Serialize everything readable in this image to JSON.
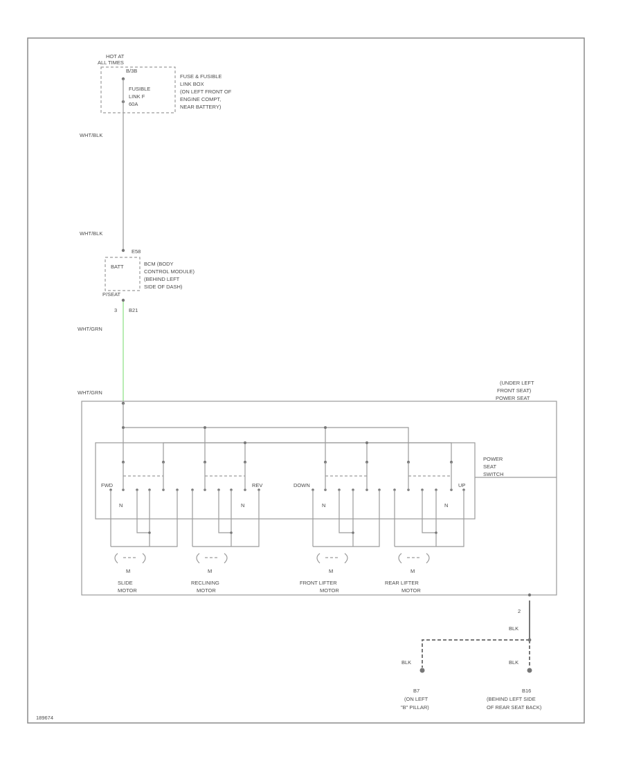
{
  "fuse_box": {
    "hot_at": "HOT AT",
    "hot_at_2": "ALL TIMES",
    "pin_top": "B/3B",
    "fuse": "FUSIBLE",
    "fuse_2": "LINK F",
    "fuse_amp": "60A",
    "desc": [
      "FUSE & FUSIBLE",
      "LINK BOX",
      "(ON LEFT FRONT OF",
      "ENGINE COMPT,",
      "NEAR BATTERY)"
    ]
  },
  "bcm": {
    "pin_top": "E58",
    "batt": "BATT",
    "pin_label": "P/SEAT",
    "pin_num": "3",
    "pin_conn": "B21",
    "desc": [
      "BCM (BODY",
      "CONTROL MODULE)",
      "(BEHIND LEFT",
      "SIDE OF DASH)"
    ]
  },
  "wires": {
    "w1": "WHT/BLK",
    "w2": "WHT/BLK",
    "w3": "WHT/GRN",
    "w4": "WHT/GRN"
  },
  "power_seat": {
    "location": [
      "(UNDER LEFT",
      "FRONT SEAT)",
      "POWER SEAT"
    ],
    "switch_label": [
      "POWER",
      "SEAT",
      "SWITCH"
    ]
  },
  "switch_terms": {
    "fwd": "FWD",
    "rev": "REV",
    "down": "DOWN",
    "up": "UP",
    "n": "N"
  },
  "motors": [
    {
      "m": "M",
      "name": [
        "SLIDE",
        "MOTOR"
      ]
    },
    {
      "m": "M",
      "name": [
        "RECLINING",
        "MOTOR"
      ]
    },
    {
      "m": "M",
      "name": [
        "FRONT LIFTER",
        "MOTOR"
      ]
    },
    {
      "m": "M",
      "name": [
        "REAR LIFTER",
        "MOTOR"
      ]
    }
  ],
  "ground": {
    "pin": "2",
    "wire1": "BLK",
    "wire2": "BLK",
    "wire3": "BLK",
    "g1_id": "B7",
    "g1_desc": [
      "(ON LEFT",
      "\"B\" PILLAR)"
    ],
    "g2_id": "B16",
    "g2_desc": [
      "(BEHIND LEFT SIDE",
      "OF REAR SEAT BACK)"
    ]
  },
  "footer_code": "189674"
}
